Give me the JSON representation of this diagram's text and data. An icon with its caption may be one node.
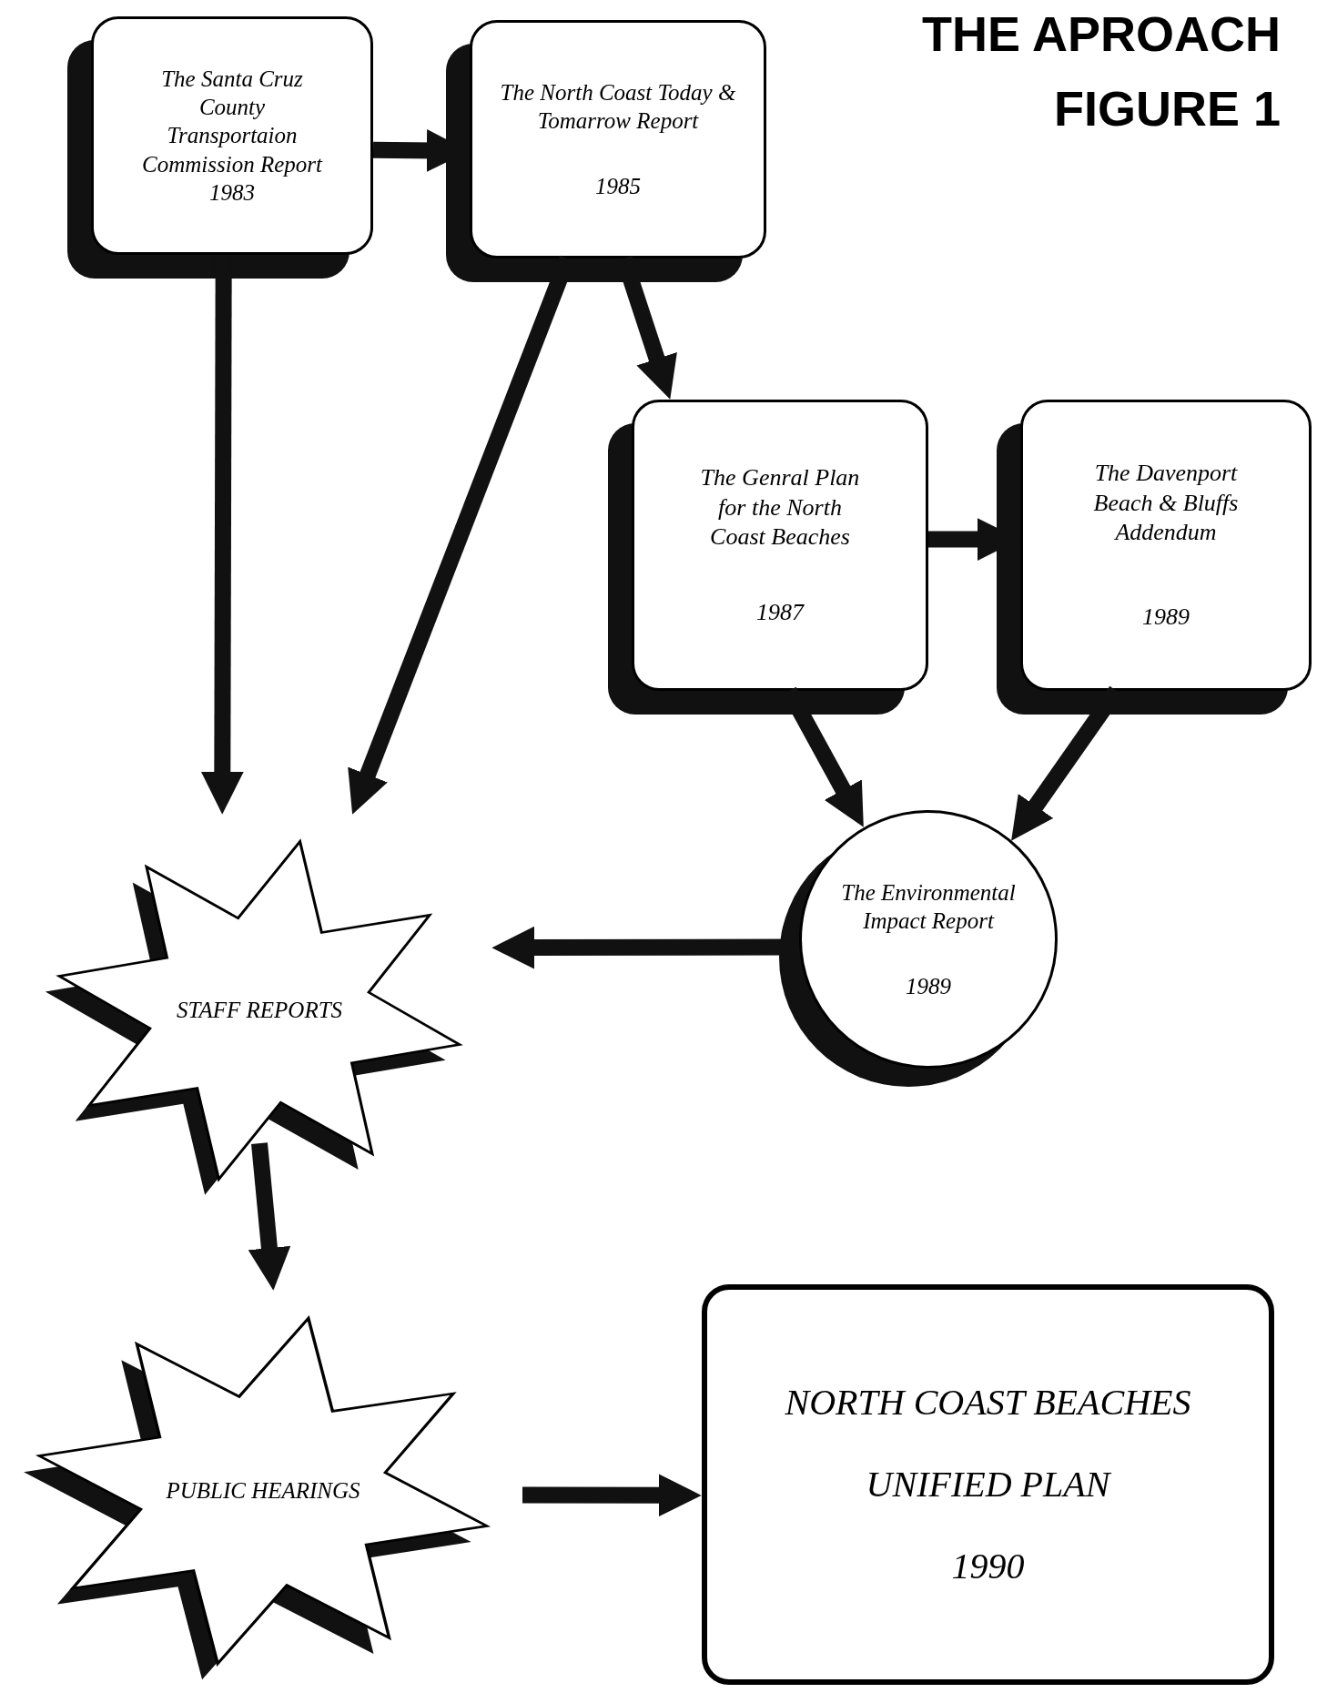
{
  "diagram": {
    "title": "THE APROACH",
    "nodes": [
      {
        "text": [
          "The Santa Cruz County Transportaion Commission Report",
          "1983"
        ]
      },
      {
        "text": [
          "The North Coast Today & Tomarrow Report",
          "1985"
        ]
      },
      {
        "text": [
          "The Genral Plan for the North Coast Beaches",
          "1987"
        ]
      },
      {
        "text": [
          "The Davenport Beach & Bluffs Addendum",
          "1989"
        ]
      },
      {
        "text": [
          "The Environmental Impact Report",
          "1989"
        ]
      },
      {
        "text": [
          "STAFF REPORTS"
        ]
      },
      {
        "text": [
          "PUBLIC HEARINGS"
        ]
      },
      {
        "text": [
          "NORTH COAST BEACHES",
          "UNIFIED PLAN",
          "1990"
        ]
      }
    ],
    "edges": [
      {
        "from": 0,
        "to": 1,
        "arrow": "to"
      },
      {
        "from": 0,
        "to": 5,
        "arrow": "to"
      },
      {
        "from": 1,
        "to": 5,
        "arrow": "to"
      },
      {
        "from": 1,
        "to": 2,
        "arrow": "to"
      },
      {
        "from": 2,
        "to": 3,
        "arrow": "to"
      },
      {
        "from": 2,
        "to": 4,
        "arrow": "to"
      },
      {
        "from": 3,
        "to": 4,
        "arrow": "to"
      },
      {
        "from": 4,
        "to": 5,
        "arrow": "to"
      },
      {
        "from": 5,
        "to": 6,
        "arrow": "to"
      },
      {
        "from": 6,
        "to": 7,
        "arrow": "to"
      }
    ],
    "labels": [
      "FIGURE 1"
    ]
  }
}
